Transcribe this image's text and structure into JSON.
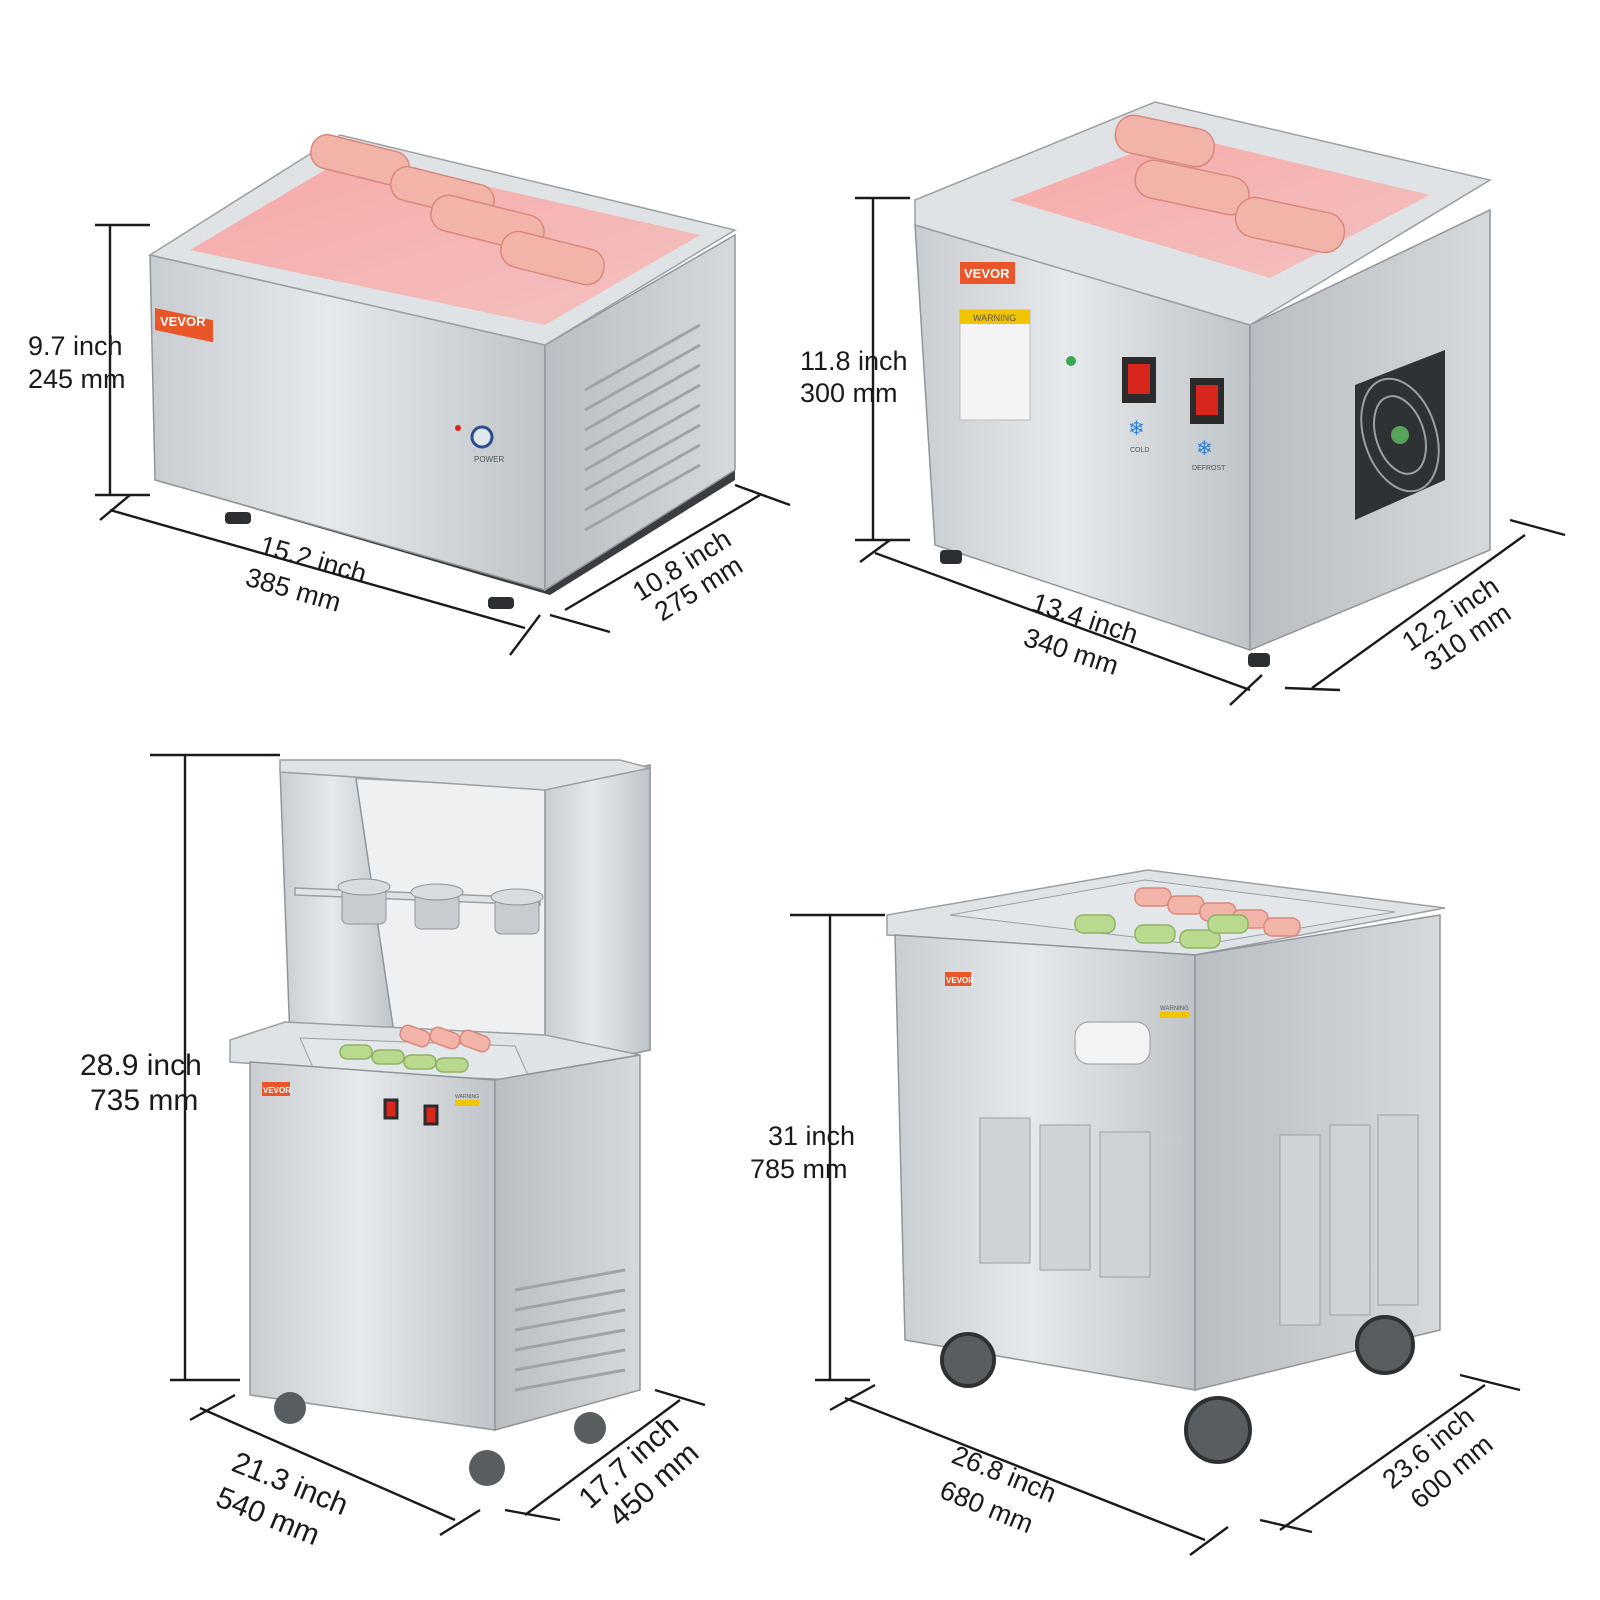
{
  "brand": "VEVOR",
  "products": [
    {
      "id": "tabletop-small",
      "labels": {
        "power": "POWER"
      },
      "dimensions": {
        "height": {
          "inch": "9.7 inch",
          "mm": "245 mm"
        },
        "width": {
          "inch": "15.2 inch",
          "mm": "385 mm"
        },
        "depth": {
          "inch": "10.8 inch",
          "mm": "275 mm"
        }
      }
    },
    {
      "id": "tabletop-square",
      "labels": {
        "warning": "WARNING",
        "cold": "COLD",
        "defrost": "DEFROST"
      },
      "dimensions": {
        "height": {
          "inch": "11.8 inch",
          "mm": "300 mm"
        },
        "width": {
          "inch": "13.4 inch",
          "mm": "340 mm"
        },
        "depth": {
          "inch": "12.2 inch",
          "mm": "310 mm"
        }
      }
    },
    {
      "id": "cart-with-topping-shelf",
      "labels": {
        "warning": "WARNING"
      },
      "dimensions": {
        "height": {
          "inch": "28.9 inch",
          "mm": "735 mm"
        },
        "width": {
          "inch": "21.3 inch",
          "mm": "540 mm"
        },
        "depth": {
          "inch": "17.7 inch",
          "mm": "450 mm"
        }
      }
    },
    {
      "id": "cart-large",
      "labels": {
        "warning": "WARNING"
      },
      "dimensions": {
        "height": {
          "inch": "31 inch",
          "mm": "785 mm"
        },
        "width": {
          "inch": "26.8 inch",
          "mm": "680 mm"
        },
        "depth": {
          "inch": "23.6 inch",
          "mm": "600 mm"
        }
      }
    }
  ],
  "colors": {
    "brand_orange": "#e8562a",
    "steel": "#d3d7da",
    "ice_cream_pink": "#f2b3a9",
    "ice_cream_green": "#b9d98e",
    "switch_red": "#d9261c",
    "dimension_lines": "#1a1a1a"
  }
}
